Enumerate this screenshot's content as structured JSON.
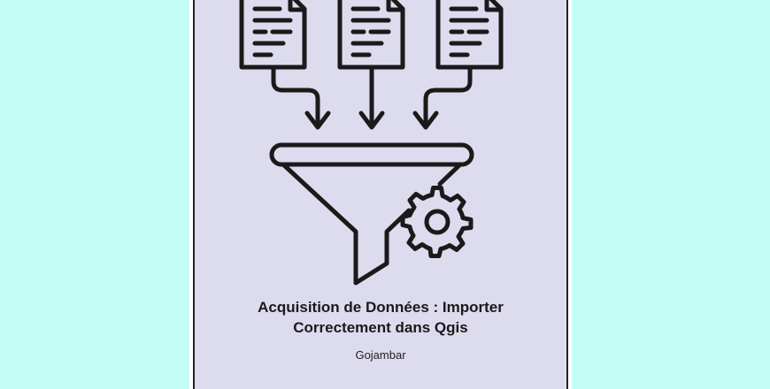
{
  "colors": {
    "background": "#c4fcf6",
    "card": "#dddbee",
    "ink": "#1a1a1a"
  },
  "cover": {
    "title_line1": "Acquisition de Données : Importer",
    "title_line2": "Correctement dans Qgis",
    "author": "Gojambar"
  },
  "illustration": {
    "icons": [
      "document-icon",
      "document-icon",
      "document-icon",
      "arrow-down-icon",
      "funnel-icon",
      "gear-icon"
    ]
  }
}
